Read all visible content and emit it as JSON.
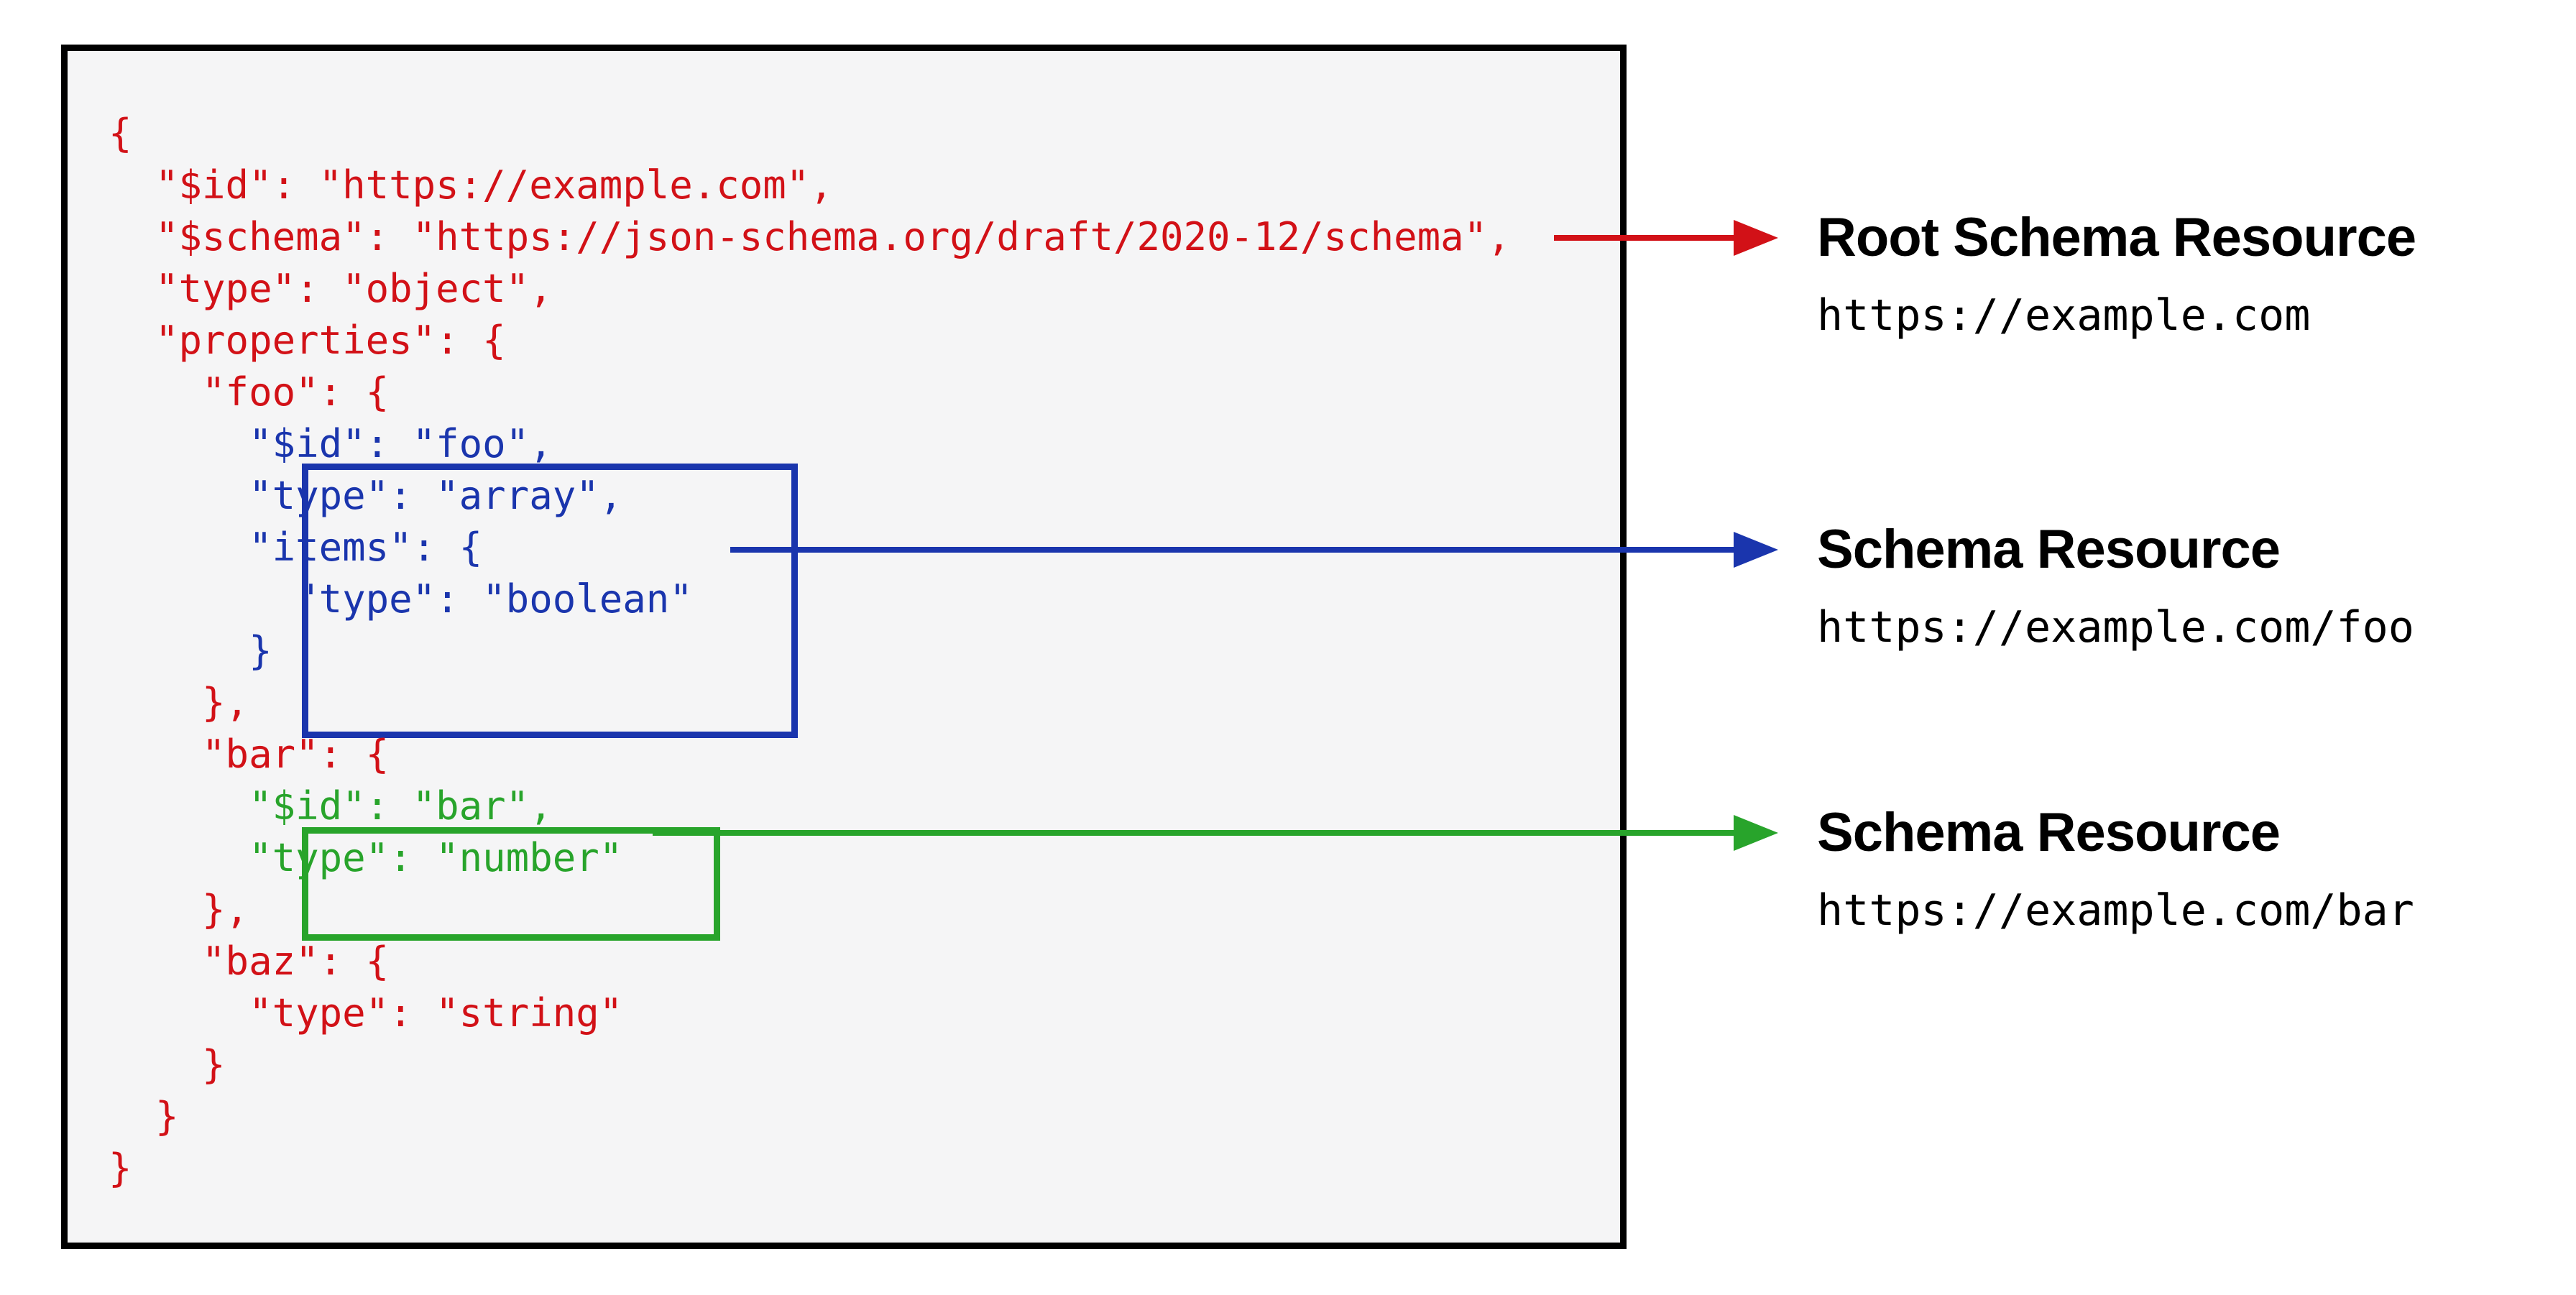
{
  "colors": {
    "red": "#D21117",
    "blue": "#1A35AD",
    "green": "#28A42B",
    "black": "#000000",
    "panel_bg": "#F5F5F6"
  },
  "code": {
    "lines": [
      {
        "text": "{",
        "color": "red"
      },
      {
        "text": "  \"$id\": \"https://example.com\",",
        "color": "red"
      },
      {
        "text": "  \"$schema\": \"https://json-schema.org/draft/2020-12/schema\",",
        "color": "red"
      },
      {
        "text": "  \"type\": \"object\",",
        "color": "red"
      },
      {
        "text": "  \"properties\": {",
        "color": "red"
      },
      {
        "text": "    \"foo\": {",
        "color": "red"
      },
      {
        "text": "      \"$id\": \"foo\",",
        "color": "blue"
      },
      {
        "text": "      \"type\": \"array\",",
        "color": "blue"
      },
      {
        "text": "      \"items\": {",
        "color": "blue"
      },
      {
        "text": "        \"type\": \"boolean\"",
        "color": "blue"
      },
      {
        "text": "      }",
        "color": "blue"
      },
      {
        "text": "    },",
        "color": "red"
      },
      {
        "text": "    \"bar\": {",
        "color": "red"
      },
      {
        "text": "      \"$id\": \"bar\",",
        "color": "green"
      },
      {
        "text": "      \"type\": \"number\"",
        "color": "green"
      },
      {
        "text": "    },",
        "color": "red"
      },
      {
        "text": "    \"baz\": {",
        "color": "red"
      },
      {
        "text": "      \"type\": \"string\"",
        "color": "red"
      },
      {
        "text": "    }",
        "color": "red"
      },
      {
        "text": "  }",
        "color": "red"
      },
      {
        "text": "}",
        "color": "red"
      }
    ]
  },
  "annotations": [
    {
      "title": "Root Schema Resource",
      "url": "https://example.com",
      "color": "red"
    },
    {
      "title": "Schema Resource",
      "url": "https://example.com/foo",
      "color": "blue"
    },
    {
      "title": "Schema Resource",
      "url": "https://example.com/bar",
      "color": "green"
    }
  ]
}
